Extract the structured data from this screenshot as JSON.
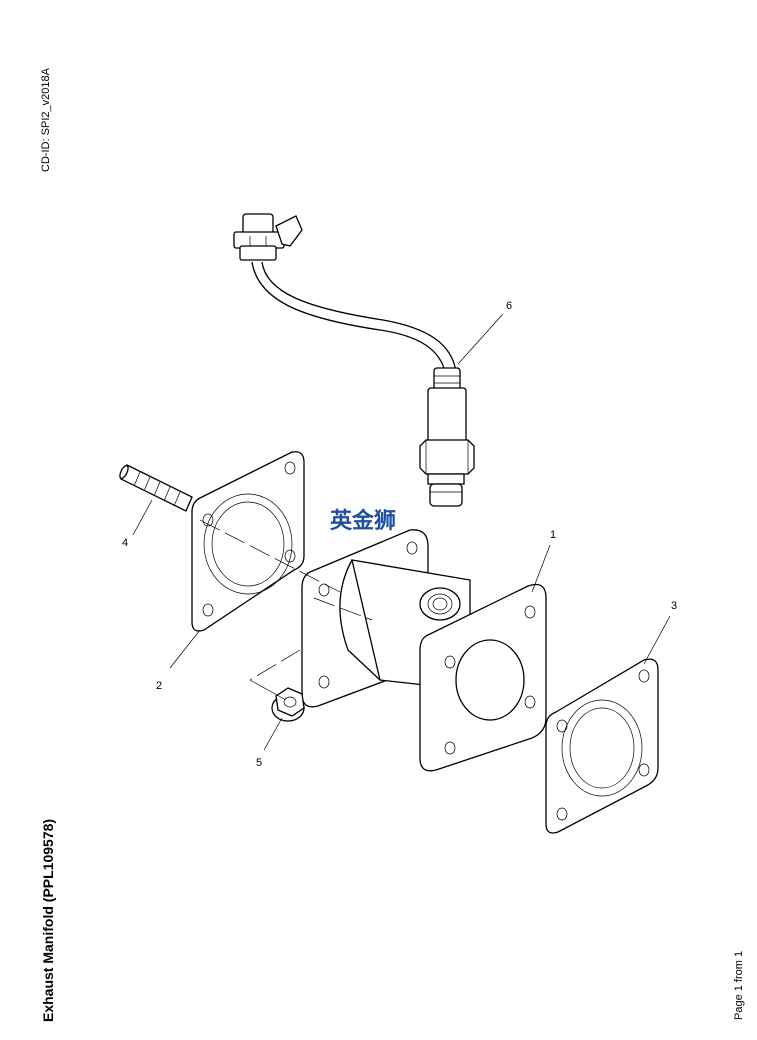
{
  "document": {
    "cd_id": "CD-ID: SPI2_v2018A",
    "title": "Exhaust Manifold (PPL109578)",
    "page_info": "Page 1 from 1"
  },
  "watermark": "英金狮",
  "callouts": [
    "1",
    "2",
    "3",
    "4",
    "5",
    "6"
  ],
  "parts": [
    "manifold-body",
    "gasket-left",
    "gasket-right",
    "stud",
    "flange-nut",
    "oxygen-sensor"
  ]
}
